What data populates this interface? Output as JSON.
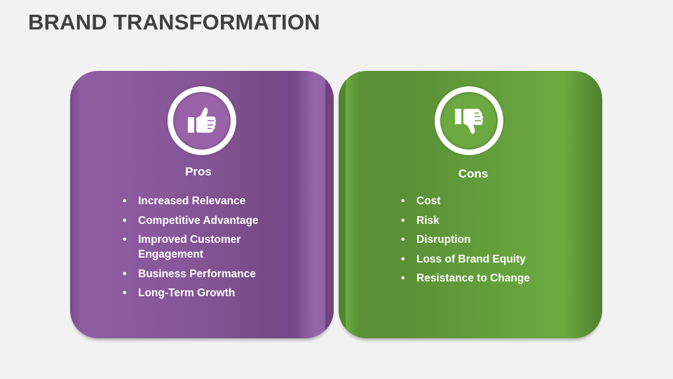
{
  "slide": {
    "title": "BRAND TRANSFORMATION",
    "background_color": "#f2f2f2",
    "title_color": "#404040"
  },
  "pros": {
    "heading": "Pros",
    "icon": "thumbs-up-icon",
    "color": "#8e5b9f",
    "items": [
      "Increased Relevance",
      "Competitive Advantage",
      "Improved Customer Engagement",
      "Business Performance",
      "Long-Term Growth"
    ]
  },
  "cons": {
    "heading": "Cons",
    "icon": "thumbs-down-icon",
    "color": "#6aa840",
    "items": [
      "Cost",
      "Risk",
      "Disruption",
      "Loss of Brand Equity",
      "Resistance to Change"
    ]
  }
}
